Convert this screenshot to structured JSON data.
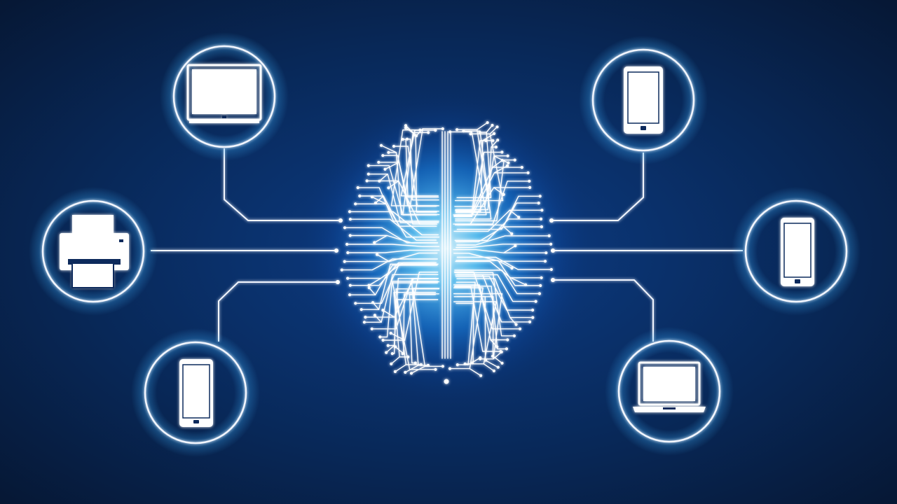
{
  "colors": {
    "background_center": "#0d3d86",
    "background_edge": "#06152f",
    "line": "#f2f6ff",
    "glow": "#3fb4ff",
    "core_glow": "#d8f6ff",
    "circuit": "#ffffff"
  },
  "hub": {
    "icon": "brain-circuit-icon"
  },
  "devices": [
    {
      "id": "top-left",
      "icon": "monitor-icon"
    },
    {
      "id": "middle-left",
      "icon": "printer-icon"
    },
    {
      "id": "bottom-left",
      "icon": "smartphone-icon"
    },
    {
      "id": "top-right",
      "icon": "tablet-icon"
    },
    {
      "id": "middle-right",
      "icon": "smartphone-icon"
    },
    {
      "id": "bottom-right",
      "icon": "laptop-icon"
    }
  ]
}
